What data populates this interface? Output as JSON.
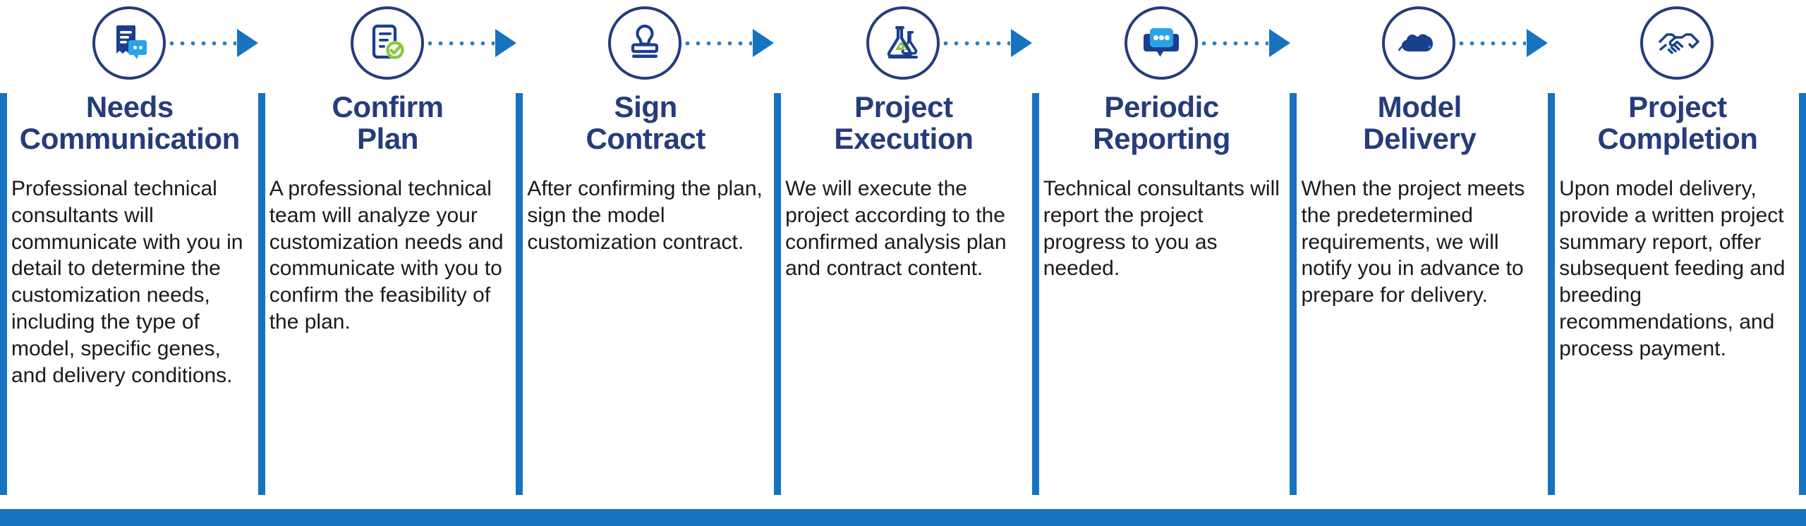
{
  "theme": {
    "title_color": "#253c7c",
    "rule_color": "#1773c0",
    "accent_light_blue": "#29a3e8",
    "accent_green": "#8cc63f",
    "body_color": "#1a1a1a",
    "background": "#ffffff"
  },
  "connector": {
    "style": "dotted-line-with-arrowhead",
    "dot_color": "#2e7ec2",
    "arrow_color": "#1773c0",
    "count": 6
  },
  "bottom_bar": {
    "color": "#1773c0"
  },
  "steps": [
    {
      "index": 1,
      "icon": "document-chat-icon",
      "title_line1": "Needs",
      "title_line2": "Communication",
      "body": "Professional technical consultants will communicate with you in detail to determine the customization needs, including the type of model, specific genes, and delivery conditions."
    },
    {
      "index": 2,
      "icon": "document-check-icon",
      "title_line1": "Confirm",
      "title_line2": "Plan",
      "body": "A professional technical team will analyze your customization needs and communicate with you to confirm the feasibility of the plan."
    },
    {
      "index": 3,
      "icon": "stamp-icon",
      "title_line1": "Sign",
      "title_line2": "Contract",
      "body": "After confirming the plan, sign the model customization contract."
    },
    {
      "index": 4,
      "icon": "flask-icon",
      "title_line1": "Project",
      "title_line2": "Execution",
      "body": "We will execute the project according to the confirmed analysis plan and contract content."
    },
    {
      "index": 5,
      "icon": "chat-bubble-icon",
      "title_line1": "Periodic",
      "title_line2": "Reporting",
      "body": "Technical consultants will report the project progress to you as needed."
    },
    {
      "index": 6,
      "icon": "mouse-icon",
      "title_line1": "Model",
      "title_line2": "Delivery",
      "body": "When the project meets the predetermined requirements, we will notify you in advance to prepare for delivery."
    },
    {
      "index": 7,
      "icon": "handshake-icon",
      "title_line1": "Project",
      "title_line2": "Completion",
      "body": "Upon model delivery, provide a written project summary report, offer subsequent feeding and breeding recommendations, and process payment."
    }
  ]
}
